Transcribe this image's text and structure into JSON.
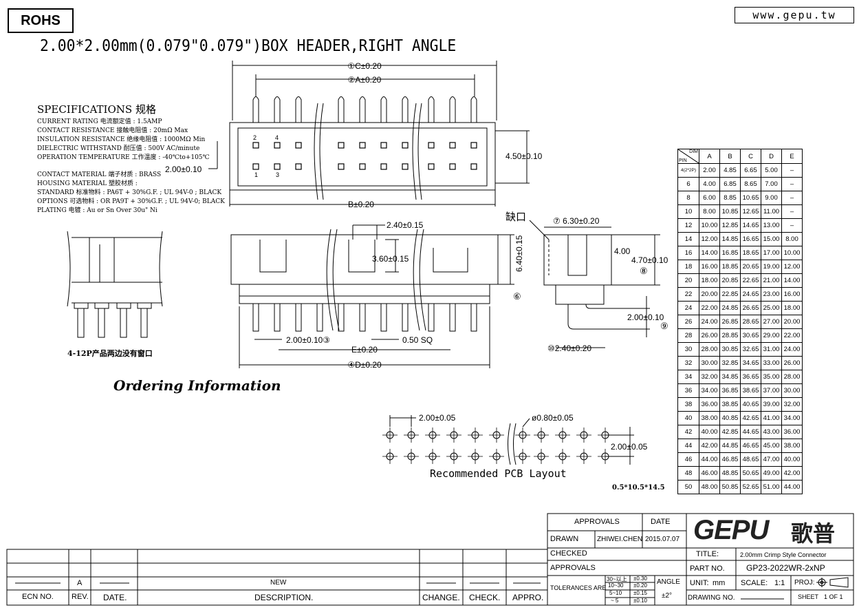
{
  "header": {
    "rohs": "ROHS",
    "website": "www.gepu.tw",
    "title": "2.00*2.00mm(0.079\"0.079\")BOX HEADER,RIGHT ANGLE"
  },
  "specifications": {
    "title": "SPECIFICATIONS 规格",
    "lines": [
      "CURRENT RATING 电流额定值 : 1.5AMP",
      "CONTACT RESISTANCE 接触电阻值 : 20mΩ Max",
      "INSULATION RESISTANCE 绝缘电阻值 : 1000MΩ Min",
      "DIELECTRIC WITHSTAND 耐压值 : 500V AC/minute",
      "OPERATION TEMPERATURE 工作温度 : -40℃to+105℃",
      "CONTACT MATERIAL 端子材质 : BRASS",
      "HOUSING MATERIAL 塑胶材质 :",
      "STANDARD 标准物料 : PA6T + 30%G.F. ; UL 94V-0 ; BLACK",
      "OPTIONS 可选物料 : OR PA9T + 30%G.F. ; UL 94V-0; BLACK",
      "PLATING 电镀 :  Au or Sn Over 30u\" Ni"
    ]
  },
  "top_view": {
    "dim_c": "①C±0.20",
    "dim_a": "②A±0.20",
    "dim_b": "B±0.20",
    "dim_pitch": "2.00±0.10",
    "dim_height": "4.50±0.10",
    "pin_2": "2",
    "pin_4": "4",
    "pin_1": "1",
    "pin_3": "3"
  },
  "front_view": {
    "dim_slot": "2.40±0.15",
    "dim_slot_depth": "3.60±0.15",
    "dim_height": "6.40±0.15",
    "marker_6": "⑥",
    "dim_pitch": "2.00±0.10③",
    "dim_sq": "0.50  SQ",
    "dim_e": "E±0.20",
    "dim_d": "④D±0.20"
  },
  "side_view": {
    "key_label": "缺口",
    "dim_width": "⑦ 6.30±0.20",
    "dim_inner": "4.00",
    "dim_height": "4.70±0.10",
    "marker_8": "⑧",
    "dim_pitch": "2.00±0.10",
    "marker_9": "⑨",
    "dim_tail": "⑩2.40±0.20"
  },
  "detail_note": "4-12P产品两边没有窗口",
  "ordering_information": "Ordering Information",
  "pcb_layout": {
    "label": "Recommended PCB Layout",
    "dim_pitch_x": "2.00±0.05",
    "dim_hole": "ø0.80±0.05",
    "dim_pitch_y": "2.00±0.05",
    "board_dim": "0.5*10.5*14.5"
  },
  "dimension_table": {
    "header_corner_top": "DIM",
    "header_corner_bottom": "PIN",
    "columns": [
      "A",
      "B",
      "C",
      "D",
      "E"
    ],
    "rows": [
      [
        "4(2*2P)",
        "2.00",
        "4.85",
        "6.65",
        "5.00",
        "–"
      ],
      [
        "6",
        "4.00",
        "6.85",
        "8.65",
        "7.00",
        "–"
      ],
      [
        "8",
        "6.00",
        "8.85",
        "10.65",
        "9.00",
        "–"
      ],
      [
        "10",
        "8.00",
        "10.85",
        "12.65",
        "11.00",
        "–"
      ],
      [
        "12",
        "10.00",
        "12.85",
        "14.65",
        "13.00",
        "–"
      ],
      [
        "14",
        "12.00",
        "14.85",
        "16.65",
        "15.00",
        "8.00"
      ],
      [
        "16",
        "14.00",
        "16.85",
        "18.65",
        "17.00",
        "10.00"
      ],
      [
        "18",
        "16.00",
        "18.85",
        "20.65",
        "19.00",
        "12.00"
      ],
      [
        "20",
        "18.00",
        "20.85",
        "22.65",
        "21.00",
        "14.00"
      ],
      [
        "22",
        "20.00",
        "22.85",
        "24.65",
        "23.00",
        "16.00"
      ],
      [
        "24",
        "22.00",
        "24.85",
        "26.65",
        "25.00",
        "18.00"
      ],
      [
        "26",
        "24.00",
        "26.85",
        "28.65",
        "27.00",
        "20.00"
      ],
      [
        "28",
        "26.00",
        "28.85",
        "30.65",
        "29.00",
        "22.00"
      ],
      [
        "30",
        "28.00",
        "30.85",
        "32.65",
        "31.00",
        "24.00"
      ],
      [
        "32",
        "30.00",
        "32.85",
        "34.65",
        "33.00",
        "26.00"
      ],
      [
        "34",
        "32.00",
        "34.85",
        "36.65",
        "35.00",
        "28.00"
      ],
      [
        "36",
        "34.00",
        "36.85",
        "38.65",
        "37.00",
        "30.00"
      ],
      [
        "38",
        "36.00",
        "38.85",
        "40.65",
        "39.00",
        "32.00"
      ],
      [
        "40",
        "38.00",
        "40.85",
        "42.65",
        "41.00",
        "34.00"
      ],
      [
        "42",
        "40.00",
        "42.85",
        "44.65",
        "43.00",
        "36.00"
      ],
      [
        "44",
        "42.00",
        "44.85",
        "46.65",
        "45.00",
        "38.00"
      ],
      [
        "46",
        "44.00",
        "46.85",
        "48.65",
        "47.00",
        "40.00"
      ],
      [
        "48",
        "46.00",
        "48.85",
        "50.65",
        "49.00",
        "42.00"
      ],
      [
        "50",
        "48.00",
        "50.85",
        "52.65",
        "51.00",
        "44.00"
      ]
    ]
  },
  "title_block": {
    "approvals_header": "APPROVALS",
    "date_header": "DATE",
    "drawn_label": "DRAWN",
    "drawn_by": "ZHIWEI.CHEN",
    "drawn_date": "2015.07.07",
    "checked_label": "CHECKED",
    "approvals_label": "APPROVALS",
    "tolerances_label": "TOLERANCES ARE",
    "tolerance_ranges": [
      "30~以上",
      "10~30",
      "5~10",
      "~ 5"
    ],
    "tolerance_values": [
      "±0.30",
      "±0.20",
      "±0.15",
      "±0.10"
    ],
    "angle_label": "ANGLE",
    "angle_value": "±2°",
    "logo_text": "GEPU",
    "logo_cn": "歌普",
    "title_label": "TITLE:",
    "title_value": "2.00mm Crimp Style Connector",
    "part_no_label": "PART NO.",
    "part_no_value": "GP23-2022WR-2xNP",
    "unit_label": "UNIT:",
    "unit_value": "mm",
    "scale_label": "SCALE:",
    "scale_value": "1:1",
    "proj_label": "PROJ:",
    "drawing_no_label": "DRAWING NO.",
    "sheet_label": "SHEET",
    "sheet_value": "1  OF  1"
  },
  "revision_block": {
    "rev_value": "A",
    "description_value": "NEW",
    "headers": {
      "ecn": "ECN NO.",
      "rev": "REV.",
      "date": "DATE.",
      "description": "DESCRIPTION.",
      "change": "CHANGE.",
      "check": "CHECK.",
      "appro": "APPRO."
    }
  }
}
